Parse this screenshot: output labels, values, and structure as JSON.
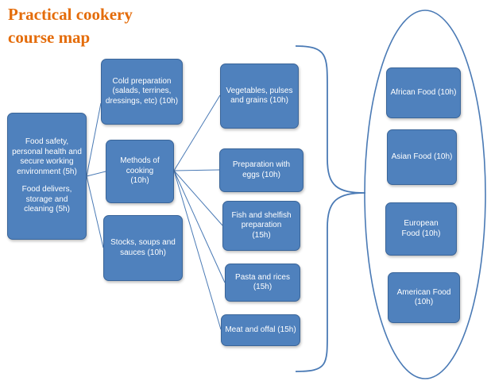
{
  "title": {
    "line1": "Practical cookery",
    "line2": "course map"
  },
  "colors": {
    "box": "#4f81bd",
    "box_text": "#ffffff",
    "title": "#e46c0a",
    "connector": "#4a7ab5"
  },
  "core": {
    "text1": "Food safety, personal health and secure working environment (5h)",
    "text2": "Food delivers, storage and cleaning (5h)"
  },
  "middle": {
    "cold": "Cold preparation (salads, terrines, dressings, etc) (10h)",
    "methods": "Methods of cooking (10h)",
    "stocks": "Stocks, soups and sauces (10h)"
  },
  "techniques": {
    "vegetables": "Vegetables, pulses and grains (10h)",
    "eggs": "Preparation with eggs (10h)",
    "fish": "Fish and shelfish preparation (15h)",
    "pasta": "Pasta and  rices (15h)",
    "meat": "Meat and offal (15h)"
  },
  "cuisines": {
    "african": "African Food (10h)",
    "asian": "Asian Food (10h)",
    "european": "European Food (10h)",
    "american": "American Food (10h)"
  }
}
